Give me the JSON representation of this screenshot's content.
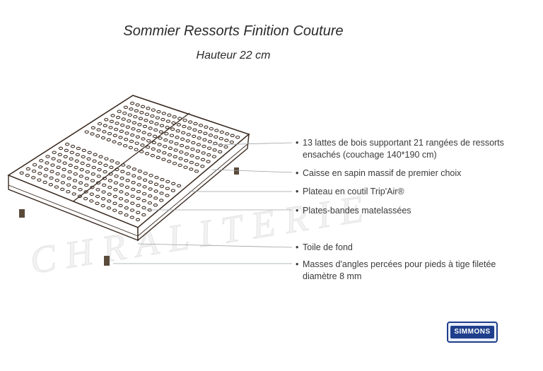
{
  "title": "Sommier Ressorts Finition Couture",
  "subtitle": "Hauteur 22 cm",
  "callouts": [
    {
      "line1": "13 lattes de bois supportant 21 rangées de ressorts",
      "line2": "ensachés (couchage 140*190 cm)"
    },
    {
      "line1": "Caisse en sapin massif de premier choix",
      "line2": ""
    },
    {
      "line1": "Plateau en coutil Trip'Air®",
      "line2": ""
    },
    {
      "line1": "Plates-bandes matelassées",
      "line2": ""
    },
    {
      "line1": "Toile de fond",
      "line2": ""
    },
    {
      "line1": "Masses d'angles percées pour pieds à tige filetée",
      "line2": "diamètre 8 mm"
    }
  ],
  "bullet": "•",
  "watermark": "CHRALITERIE",
  "logo": {
    "text": "SIMMONS",
    "color": "#1f3f8c"
  }
}
